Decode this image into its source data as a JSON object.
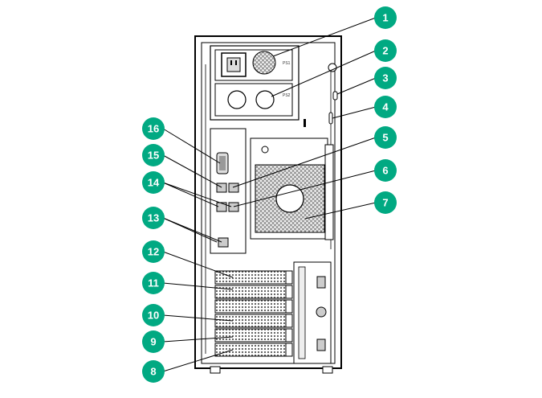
{
  "colors": {
    "callout_fill": "#01a982",
    "callout_text": "#ffffff",
    "leader": "#000000",
    "chassis_outline": "#000000",
    "port_fill": "#cccccc"
  },
  "psu_labels": {
    "ps1": "PS1",
    "ps2": "PS2"
  },
  "callouts": [
    {
      "id": "1",
      "label": "1",
      "side": "right"
    },
    {
      "id": "2",
      "label": "2",
      "side": "right"
    },
    {
      "id": "3",
      "label": "3",
      "side": "right"
    },
    {
      "id": "4",
      "label": "4",
      "side": "right"
    },
    {
      "id": "5",
      "label": "5",
      "side": "right"
    },
    {
      "id": "6",
      "label": "6",
      "side": "right"
    },
    {
      "id": "7",
      "label": "7",
      "side": "right"
    },
    {
      "id": "8",
      "label": "8",
      "side": "left"
    },
    {
      "id": "9",
      "label": "9",
      "side": "left"
    },
    {
      "id": "10",
      "label": "10",
      "side": "left"
    },
    {
      "id": "11",
      "label": "11",
      "side": "left"
    },
    {
      "id": "12",
      "label": "12",
      "side": "left"
    },
    {
      "id": "13",
      "label": "13",
      "side": "left"
    },
    {
      "id": "14",
      "label": "14",
      "side": "left"
    },
    {
      "id": "15",
      "label": "15",
      "side": "left"
    },
    {
      "id": "16",
      "label": "16",
      "side": "left"
    }
  ]
}
